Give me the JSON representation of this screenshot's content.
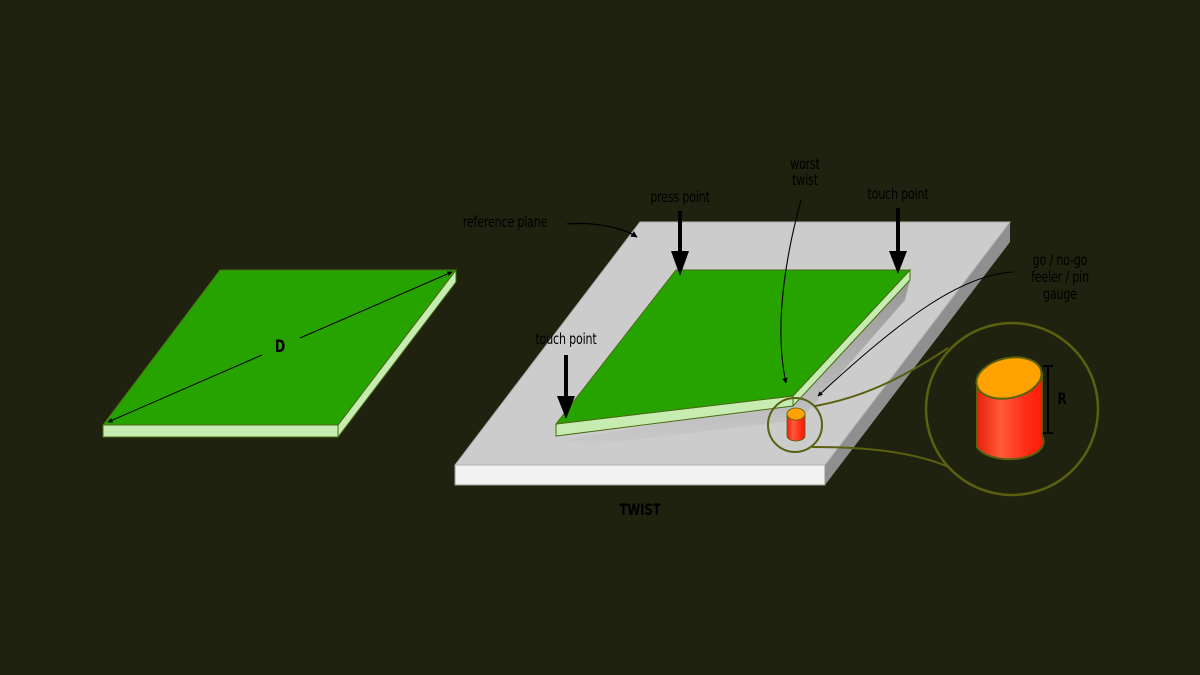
{
  "colors": {
    "background": "#1f220e",
    "pcb_top": "#27a300",
    "pcb_edge": "#c7ecb2",
    "pcb_outline": "#4a6b14",
    "plane_top": "#cccccc",
    "plane_front": "#f2f2f2",
    "plane_side": "#8f8f8f",
    "gauge_top": "#ffa200",
    "gauge_body": "#ff3b1f",
    "magnifier_ring": "#5a6010",
    "label_text": "#000000"
  },
  "left_board": {
    "diagonal_label": "D"
  },
  "right_figure": {
    "title": "TWIST",
    "labels": {
      "reference_plane": "reference plane",
      "press_point": "press point",
      "worst_twist_line1": "worst",
      "worst_twist_line2": "twist",
      "touch_point_right": "touch point",
      "touch_point_left": "touch point",
      "gauge_line1": "go / no-go",
      "gauge_line2": "feeler / pin",
      "gauge_line3": "gauge"
    },
    "magnifier": {
      "dimension_label": "R"
    }
  }
}
